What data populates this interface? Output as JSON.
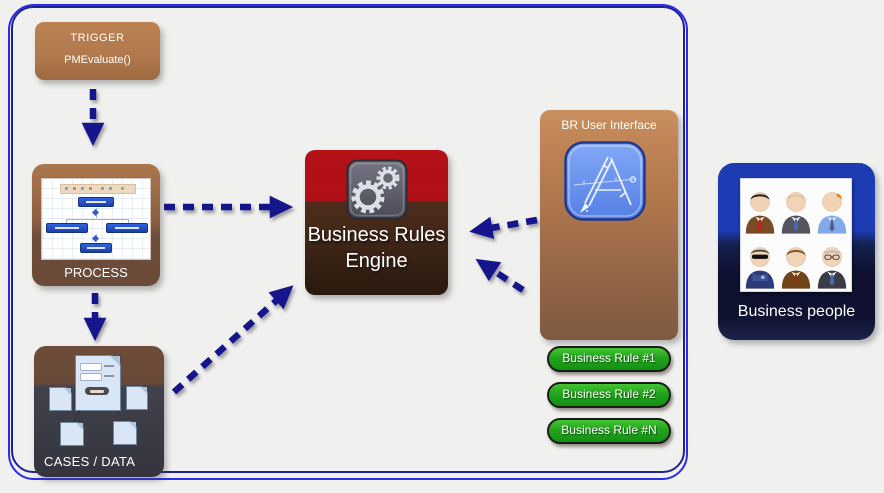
{
  "diagram": {
    "trigger": {
      "title": "TRIGGER",
      "code": "PMEvaluate()"
    },
    "process": {
      "label": "PROCESS",
      "icon": "mini-flowchart-icon"
    },
    "cases": {
      "label": "CASES / DATA",
      "icon": "document-icons"
    },
    "engine": {
      "title_line1": "Business Rules",
      "title_line2": "Engine",
      "icon": "gears-icon"
    },
    "br_ui": {
      "title": "BR User Interface",
      "icon": "design-tools-app-icon",
      "rules": [
        {
          "label": "Business Rule #1"
        },
        {
          "label": "Business Rule #2"
        },
        {
          "label": "Business Rule #N"
        }
      ]
    },
    "people": {
      "label": "Business people",
      "avatars": [
        "businessman-dark-hair-brown-suit",
        "businessman-bald-gray-suit",
        "businessman-orange-hair-blue-shirt",
        "businessman-sunglasses-navy-jacket",
        "businessman-brown-hair-brown-suit",
        "businessman-glasses-dark-suit"
      ]
    },
    "arrows": [
      {
        "name": "trigger-to-process",
        "style": "dashed"
      },
      {
        "name": "process-to-engine",
        "style": "dashed"
      },
      {
        "name": "process-to-cases",
        "style": "dashed"
      },
      {
        "name": "cases-to-engine",
        "style": "dashed"
      },
      {
        "name": "br-ui-to-engine-upper",
        "style": "dashed"
      },
      {
        "name": "br-ui-to-engine-lower",
        "style": "dashed"
      }
    ],
    "colors": {
      "canvas_bg": "#f0f0ee",
      "frame_outer_blue": "#2b2bee",
      "frame_inner_navy": "#222290",
      "arrow_navy": "#15158c",
      "node_brown": "#a9754b",
      "engine_red": "#b41118",
      "engine_brown": "#3a2315",
      "rule_pill_green": "#22a31c",
      "people_blue": "#1d3cb4",
      "people_navy": "#0e1130",
      "app_icon_blue": "#6b97ef"
    }
  }
}
